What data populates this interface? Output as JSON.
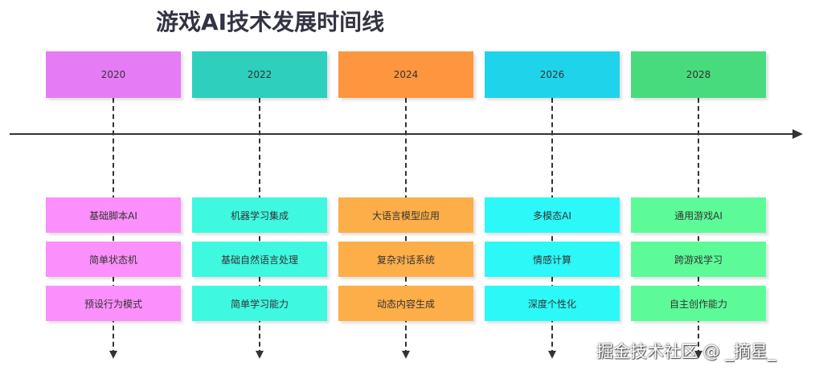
{
  "title": "游戏AI技术发展时间线",
  "watermark": "掘金技术社区 @ _摘星_",
  "periods": [
    {
      "year": "2020",
      "header_color": "#e57cf5",
      "item_color": "#fb8ffb",
      "items": [
        "基础脚本AI",
        "简单状态机",
        "预设行为模式"
      ]
    },
    {
      "year": "2022",
      "header_color": "#2ecfbd",
      "item_color": "#3ef8e0",
      "items": [
        "机器学习集成",
        "基础自然语言处理",
        "简单学习能力"
      ]
    },
    {
      "year": "2024",
      "header_color": "#fd963f",
      "item_color": "#fdae48",
      "items": [
        "大语言模型应用",
        "复杂对话系统",
        "动态内容生成"
      ]
    },
    {
      "year": "2026",
      "header_color": "#1fd4ea",
      "item_color": "#2cf8f8",
      "items": [
        "多模态AI",
        "情感计算",
        "深度个性化"
      ]
    },
    {
      "year": "2028",
      "header_color": "#48db7e",
      "item_color": "#5cfb98",
      "items": [
        "通用游戏AI",
        "跨游戏学习",
        "自主创作能力"
      ]
    }
  ]
}
